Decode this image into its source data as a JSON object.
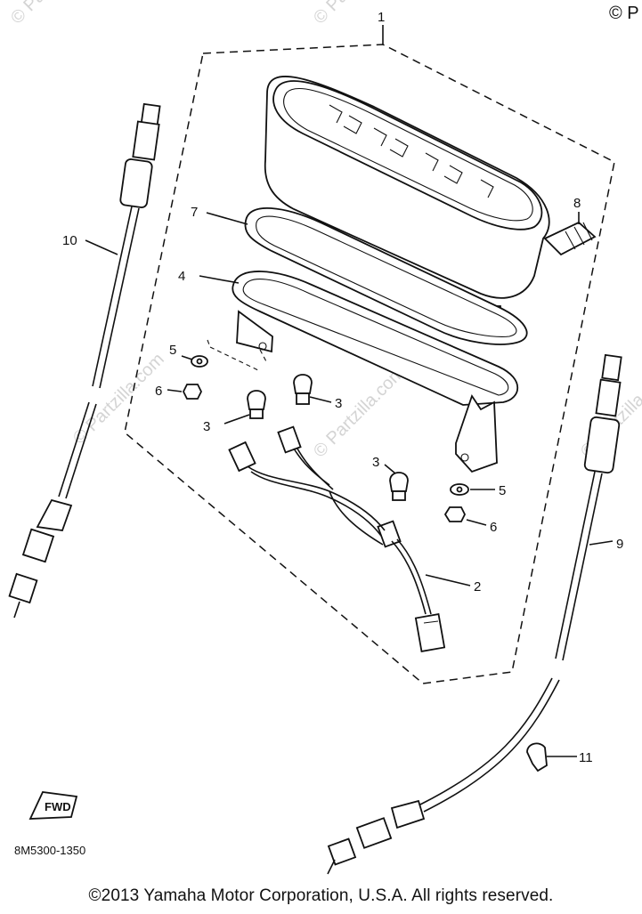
{
  "watermark": "© Partzilla.com",
  "top_corner": "© P",
  "callouts": {
    "c1": "1",
    "c2": "2",
    "c3a": "3",
    "c3b": "3",
    "c3c": "3",
    "c4": "4",
    "c5a": "5",
    "c5b": "5",
    "c6a": "6",
    "c6b": "6",
    "c7": "7",
    "c8": "8",
    "c9": "9",
    "c10": "10",
    "c11": "11"
  },
  "fwd": "FWD",
  "diagram_code": "8M5300-1350",
  "copyright": "©2013  Yamaha Motor Corporation, U.S.A. All rights reserved."
}
